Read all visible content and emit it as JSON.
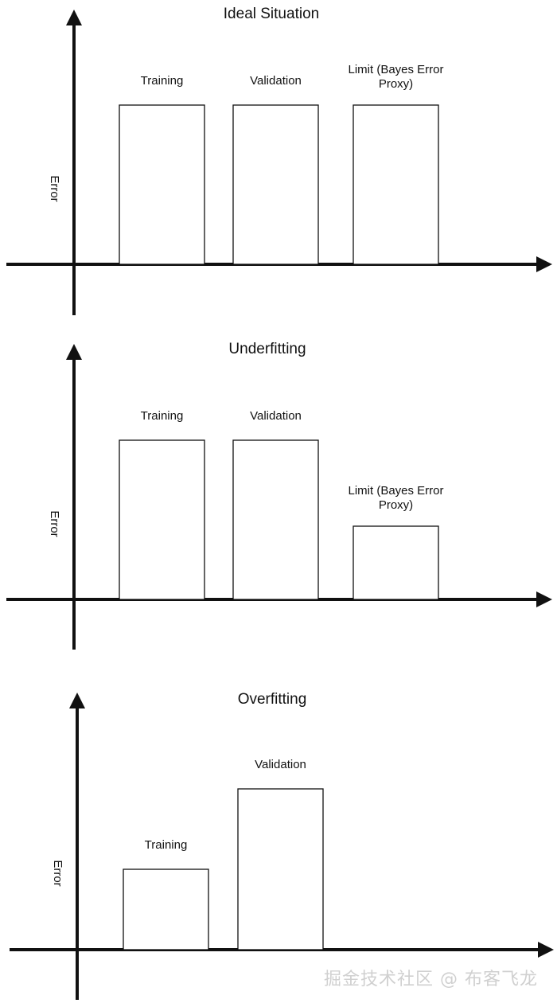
{
  "chart_data": [
    {
      "type": "bar",
      "title": "Ideal Situation",
      "ylabel": "Error",
      "xlabel": "",
      "categories": [
        "Training",
        "Validation",
        "Limit (Bayes Error Proxy)"
      ],
      "category_lines": [
        [
          "Training"
        ],
        [
          "Validation"
        ],
        [
          "Limit (Bayes Error",
          "Proxy)"
        ]
      ],
      "values": [
        1.0,
        1.0,
        1.0
      ],
      "ylim": [
        0,
        1.25
      ],
      "grid": false,
      "legend": "none"
    },
    {
      "type": "bar",
      "title": "Underfitting",
      "ylabel": "Error",
      "xlabel": "",
      "categories": [
        "Training",
        "Validation",
        "Limit (Bayes Error Proxy)"
      ],
      "category_lines": [
        [
          "Training"
        ],
        [
          "Validation"
        ],
        [
          "Limit (Bayes Error",
          "Proxy)"
        ]
      ],
      "values": [
        1.0,
        1.0,
        0.46
      ],
      "ylim": [
        0,
        1.25
      ],
      "grid": false,
      "legend": "none"
    },
    {
      "type": "bar",
      "title": "Overfitting",
      "ylabel": "Error",
      "xlabel": "",
      "categories": [
        "Training",
        "Validation"
      ],
      "category_lines": [
        [
          "Training"
        ],
        [
          "Validation"
        ]
      ],
      "values": [
        0.5,
        1.0
      ],
      "ylim": [
        0,
        1.25
      ],
      "grid": false,
      "legend": "none"
    }
  ],
  "watermark": "掘金技术社区 @ 布客飞龙"
}
